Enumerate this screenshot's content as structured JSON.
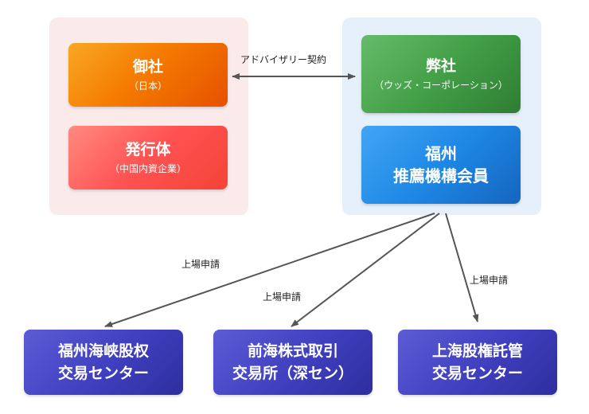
{
  "left_group": {
    "onsha": {
      "title": "御社",
      "sub": "（日本）"
    },
    "issuer": {
      "title": "発行体",
      "sub": "（中国内資企業）"
    }
  },
  "right_group": {
    "heisha": {
      "title": "弊社",
      "sub": "（ウッズ・コーポレーション）"
    },
    "fukuoka": {
      "line1": "福州",
      "line2": "推薦機構会員"
    }
  },
  "advisory_label": "アドバイザリー契約",
  "exchanges": [
    {
      "line1": "福州海峡股权",
      "line2": "交易センター",
      "arrow_label": "上場申請"
    },
    {
      "line1": "前海株式取引",
      "line2": "交易所（深セン）",
      "arrow_label": "上場申請"
    },
    {
      "line1": "上海股権託管",
      "line2": "交易センター",
      "arrow_label": "上場申請"
    }
  ],
  "colors": {
    "arrow": "#555555",
    "left_panel": "#fbeaea",
    "right_panel": "#e6f0fb",
    "exchange_box": "#3f3fbf"
  }
}
